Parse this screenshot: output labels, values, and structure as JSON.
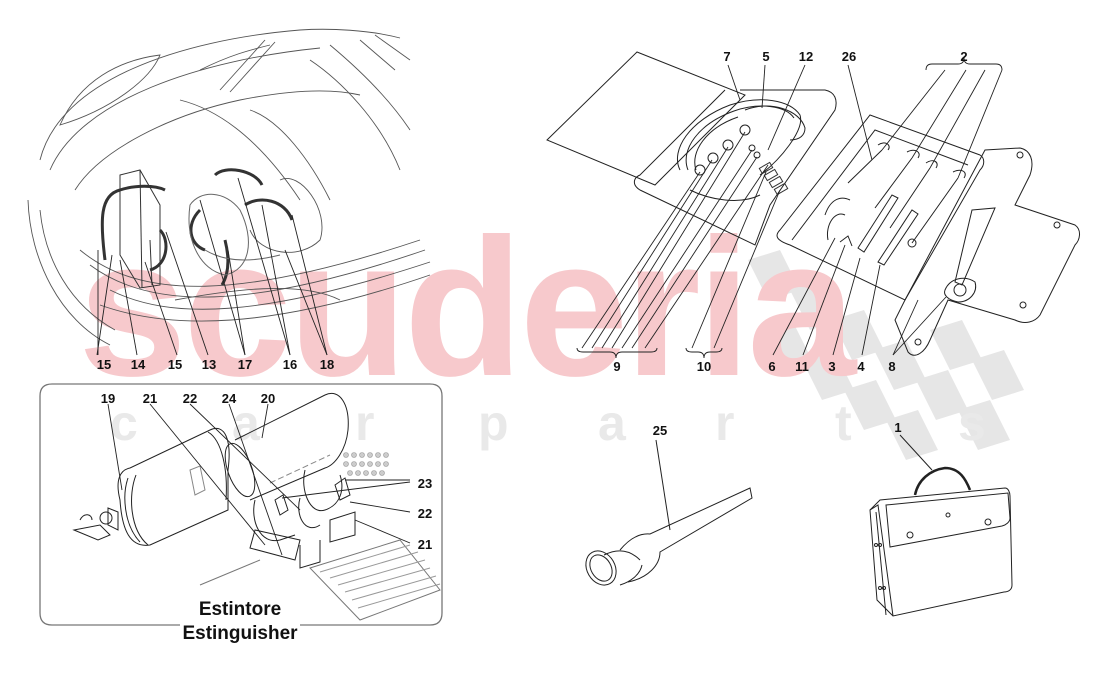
{
  "watermark": {
    "brand": "scuderia",
    "sub_letters": [
      "c",
      "a",
      "r",
      "p",
      "a",
      "r",
      "t",
      "s"
    ],
    "brand_color": "#f7c9cc",
    "sub_color": "#e9e9e9"
  },
  "trunk_view": {
    "callouts": [
      "15",
      "14",
      "15",
      "13",
      "17",
      "16",
      "18"
    ]
  },
  "extinguisher_panel": {
    "callouts_top": [
      "19",
      "21",
      "22",
      "24",
      "20"
    ],
    "callouts_right": [
      "23",
      "22",
      "21"
    ],
    "title_it": "Estintore",
    "title_en": "Estinguisher"
  },
  "tool_roll": {
    "callouts_top": [
      "7",
      "5",
      "12",
      "26",
      "2"
    ],
    "callouts_bottom": [
      "9",
      "10",
      "6",
      "11",
      "3",
      "4",
      "8"
    ]
  },
  "flashlight": {
    "callout": "25"
  },
  "tool_bag": {
    "callout": "1"
  },
  "colors": {
    "line": "#222222",
    "checker": "#e6e6e6",
    "panel_border": "#555555"
  }
}
